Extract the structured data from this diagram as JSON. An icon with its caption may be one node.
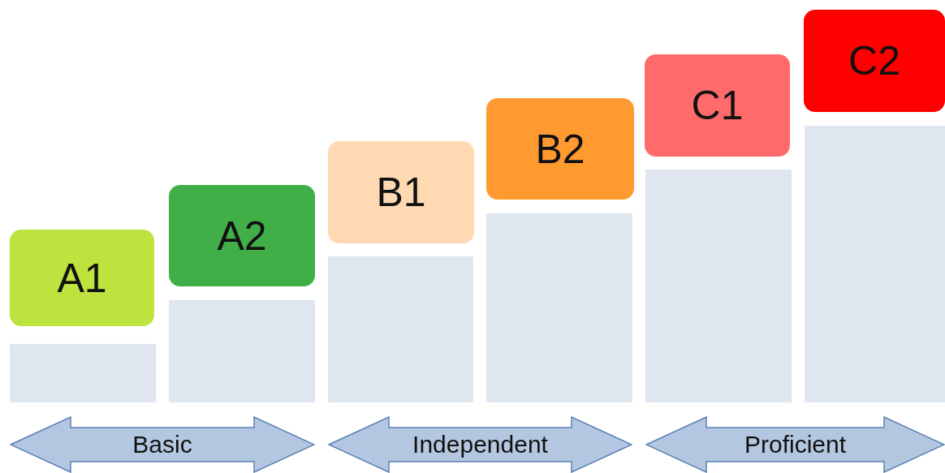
{
  "diagram": {
    "nodes": [
      {
        "text": [
          "A1"
        ]
      },
      {
        "text": [
          "A2"
        ]
      },
      {
        "text": [
          "B1"
        ]
      },
      {
        "text": [
          "B2"
        ]
      },
      {
        "text": [
          "C1"
        ]
      },
      {
        "text": [
          "C2"
        ]
      },
      {
        "text": [
          "Basic"
        ]
      },
      {
        "text": [
          "Independent"
        ]
      },
      {
        "text": [
          "Proficient"
        ]
      },
      {
        "text": [],
        "shape": "bar"
      },
      {
        "text": [],
        "shape": "bar"
      },
      {
        "text": [],
        "shape": "bar"
      },
      {
        "text": [],
        "shape": "bar"
      },
      {
        "text": [],
        "shape": "bar"
      },
      {
        "text": [],
        "shape": "bar"
      }
    ]
  }
}
